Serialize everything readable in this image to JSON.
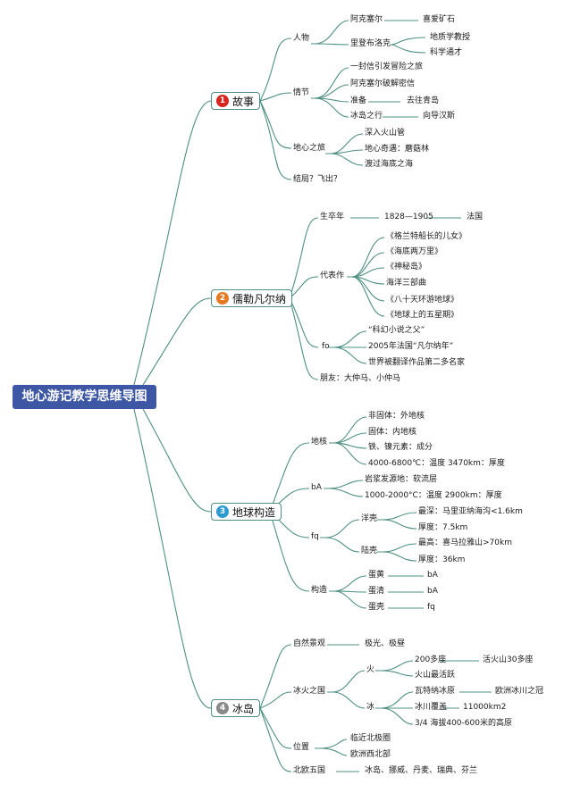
{
  "root": "地心游记教学思维导图",
  "colors": {
    "root_bg": "#3d57a5",
    "line": "#4f8f83",
    "badge1": "#d7261e",
    "badge2": "#e57a22",
    "badge3": "#2c9ad0",
    "badge4": "#8a8a8a"
  },
  "s1": {
    "num": "1",
    "title": "故事",
    "renwu": {
      "label": "人物",
      "akesai": "阿克塞尔",
      "akesai_c": "喜爱矿石",
      "libu": "里登布洛克",
      "libu_c1": "地质学教授",
      "libu_c2": "科学通才"
    },
    "qingjie": {
      "label": "情节",
      "c1": "一封信引发冒险之旅",
      "c2": "阿克塞尔破解密信",
      "c3": "准备",
      "c3_c": "去往青岛",
      "c4": "冰岛之行",
      "c4_c": "向导汉斯"
    },
    "dixin": {
      "label": "地心之旅",
      "c1": "深入火山管",
      "c2": "地心奇遇：蘑菇林",
      "c3": "渡过海底之海"
    },
    "jieju": "结局？飞出？"
  },
  "s2": {
    "num": "2",
    "title": "儒勒凡尔纳",
    "shengzu": {
      "label": "生卒年",
      "years": "1828—1905",
      "country": "法国"
    },
    "daibiao": {
      "label": "代表作",
      "w1": "《格兰特船长的儿女》",
      "w2": "《海底两万里》",
      "w3": "《神秘岛》",
      "w4": "海洋三部曲",
      "w5": "《八十天环游地球》",
      "w6": "《地球上的五星期》"
    },
    "fo": {
      "label": "fo",
      "c1": "“科幻小说之父”",
      "c2": "2005年法国“凡尔纳年”",
      "c3": "世界被翻译作品第二多名家"
    },
    "friends": "朋友：大仲马、小仲马"
  },
  "s3": {
    "num": "3",
    "title": "地球构造",
    "dihe": {
      "label": "地核",
      "c1": "非固体：外地核",
      "c2": "固体：内地核",
      "c3": "铁、镍元素：成分",
      "c4": "4000-6800℃：温度 3470km：厚度"
    },
    "ba": {
      "label": "bA",
      "c1": "岩浆发源地：软流层",
      "c2": "1000-2000°C：温度 2900km：厚度"
    },
    "fq": {
      "label": "fq",
      "yang": "洋壳",
      "yang_c1": "最深：马里亚纳海沟<1.6km",
      "yang_c2": "厚度：7.5km",
      "lu": "陆壳",
      "lu_c1": "最高：喜马拉雅山>70km",
      "lu_c2": "厚度：36km"
    },
    "gouzao": {
      "label": "构造",
      "r1": "蛋黄",
      "r1v": "bA",
      "r2": "蛋清",
      "r2v": "bA",
      "r3": "蛋壳",
      "r3v": "fq"
    }
  },
  "s4": {
    "num": "4",
    "title": "冰岛",
    "ziran": {
      "label": "自然景观",
      "c": "极光、极昼"
    },
    "binghuo": {
      "label": "冰火之国",
      "huo": "火",
      "huo_c1": "200多座",
      "huo_c1c": "活火山30多座",
      "huo_c2": "火山最活跃",
      "bing": "冰",
      "bing_c1": "瓦特纳冰原",
      "bing_c1c": "欧洲冰川之冠",
      "bing_c2": "冰川覆盖",
      "bing_c2c": "11000km2",
      "bing_c3": "3/4 海拔400-600米的高原"
    },
    "weizhi": {
      "label": "位置",
      "c1": "临近北极圈",
      "c2": "欧洲西北部"
    },
    "beiou": {
      "label": "北欧五国",
      "c": "冰岛、挪威、丹麦、瑞典、芬兰"
    }
  }
}
